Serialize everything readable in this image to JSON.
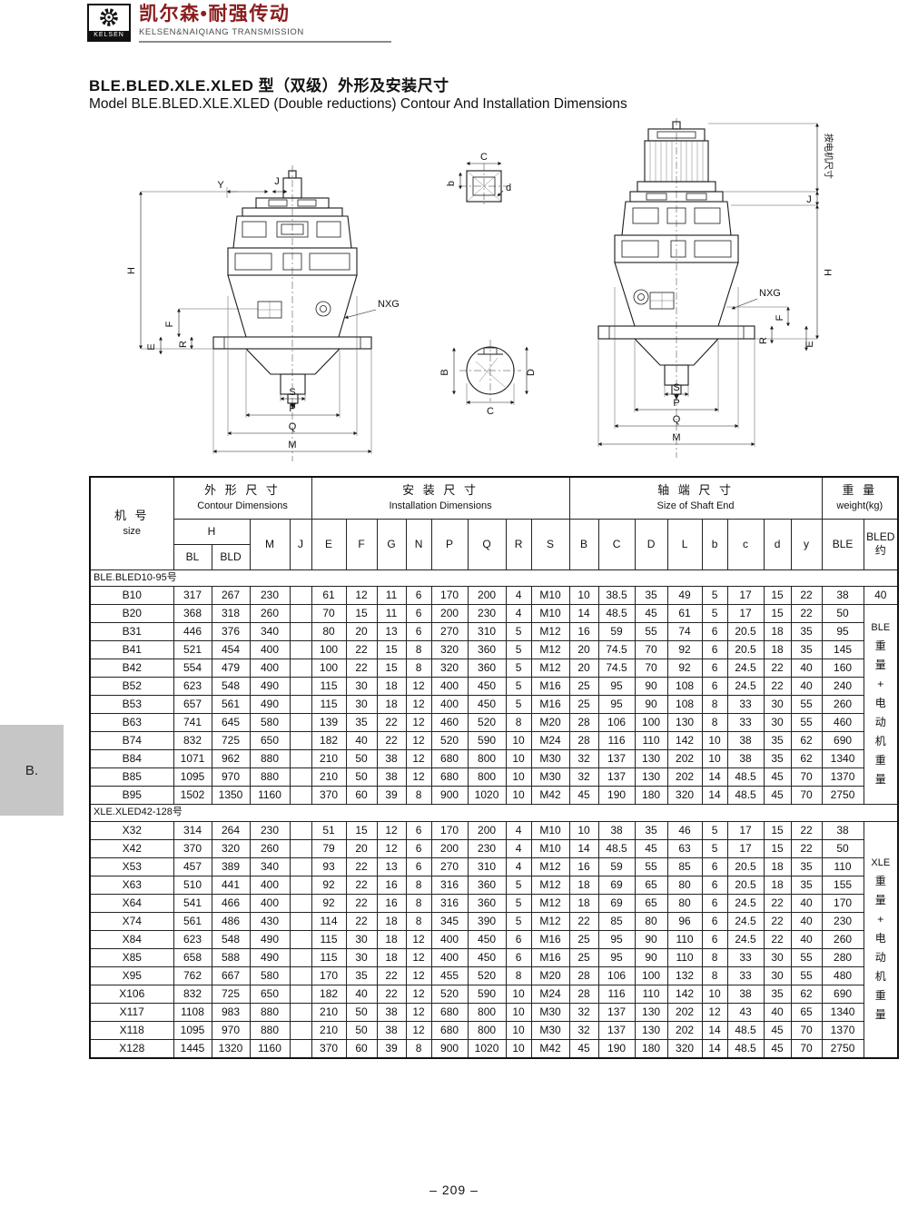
{
  "colors": {
    "brand": "#8a1d1d",
    "tab_bg": "#c6c6c6",
    "line": "#1a1a1a"
  },
  "header": {
    "logo_label": "KELSEN",
    "brand_cn": "凯尔森•耐强传动",
    "brand_en": "KELSEN&NAIQIANG TRANSMISSION"
  },
  "title": {
    "cn": "BLE.BLED.XLE.XLED 型（双级）外形及安装尺寸",
    "en": "Model BLE.BLED.XLE.XLED (Double reductions) Contour And Installation Dimensions"
  },
  "drawing": {
    "left": {
      "Y": "Y",
      "J": "J",
      "H": "H",
      "F": "F",
      "R": "R",
      "E": "E",
      "NXG": "NXG",
      "S": "S",
      "P": "P",
      "Q": "Q",
      "M": "M"
    },
    "detail_top": {
      "C": "C",
      "b": "b",
      "d": "d"
    },
    "detail_bottom": {
      "B": "B",
      "C": "C",
      "D": "D"
    },
    "right": {
      "motor": "按电机尺寸",
      "J": "J",
      "H": "H",
      "NXG": "NXG",
      "F": "F",
      "R": "R",
      "E": "E",
      "S": "S",
      "P": "P",
      "Q": "Q",
      "M": "M"
    }
  },
  "table": {
    "header": {
      "size_cn": "机 号",
      "size_en": "size",
      "contour_cn": "外 形 尺 寸",
      "contour_en": "Contour Dimensions",
      "install_cn": "安 装 尺 寸",
      "install_en": "Installation Dimensions",
      "shaft_cn": "轴 端 尺 寸",
      "shaft_en": "Size of Shaft End",
      "weight_cn": "重 量",
      "weight_en": "weight(kg)",
      "h": "H",
      "bl": "BL",
      "bld": "BLD",
      "m": "M",
      "j": "J",
      "install_cols": [
        "E",
        "F",
        "G",
        "N",
        "P",
        "Q",
        "R",
        "S"
      ],
      "shaft_cols": [
        "B",
        "C",
        "D",
        "L",
        "b",
        "c",
        "d",
        "y"
      ],
      "ble": "BLE",
      "bled_line1": "BLED",
      "bled_line2": "约"
    },
    "sections": [
      {
        "label": "BLE.BLED10-95号",
        "bled_first": "40",
        "bled_stack_start": 1,
        "bled_stack": [
          "BLE",
          "重",
          "量",
          "+",
          "电",
          "动",
          "机",
          "重",
          "量"
        ],
        "rows": [
          {
            "size": "B10",
            "vals": [
              "317",
              "267",
              "230",
              "",
              "61",
              "12",
              "11",
              "6",
              "170",
              "200",
              "4",
              "M10",
              "10",
              "38.5",
              "35",
              "49",
              "5",
              "17",
              "15",
              "22",
              "38"
            ]
          },
          {
            "size": "B20",
            "vals": [
              "368",
              "318",
              "260",
              "",
              "70",
              "15",
              "11",
              "6",
              "200",
              "230",
              "4",
              "M10",
              "14",
              "48.5",
              "45",
              "61",
              "5",
              "17",
              "15",
              "22",
              "50"
            ]
          },
          {
            "size": "B31",
            "vals": [
              "446",
              "376",
              "340",
              "",
              "80",
              "20",
              "13",
              "6",
              "270",
              "310",
              "5",
              "M12",
              "16",
              "59",
              "55",
              "74",
              "6",
              "20.5",
              "18",
              "35",
              "95"
            ]
          },
          {
            "size": "B41",
            "vals": [
              "521",
              "454",
              "400",
              "",
              "100",
              "22",
              "15",
              "8",
              "320",
              "360",
              "5",
              "M12",
              "20",
              "74.5",
              "70",
              "92",
              "6",
              "20.5",
              "18",
              "35",
              "145"
            ]
          },
          {
            "size": "B42",
            "vals": [
              "554",
              "479",
              "400",
              "",
              "100",
              "22",
              "15",
              "8",
              "320",
              "360",
              "5",
              "M12",
              "20",
              "74.5",
              "70",
              "92",
              "6",
              "24.5",
              "22",
              "40",
              "160"
            ]
          },
          {
            "size": "B52",
            "vals": [
              "623",
              "548",
              "490",
              "",
              "115",
              "30",
              "18",
              "12",
              "400",
              "450",
              "5",
              "M16",
              "25",
              "95",
              "90",
              "108",
              "6",
              "24.5",
              "22",
              "40",
              "240"
            ]
          },
          {
            "size": "B53",
            "vals": [
              "657",
              "561",
              "490",
              "",
              "115",
              "30",
              "18",
              "12",
              "400",
              "450",
              "5",
              "M16",
              "25",
              "95",
              "90",
              "108",
              "8",
              "33",
              "30",
              "55",
              "260"
            ]
          },
          {
            "size": "B63",
            "vals": [
              "741",
              "645",
              "580",
              "",
              "139",
              "35",
              "22",
              "12",
              "460",
              "520",
              "8",
              "M20",
              "28",
              "106",
              "100",
              "130",
              "8",
              "33",
              "30",
              "55",
              "460"
            ]
          },
          {
            "size": "B74",
            "vals": [
              "832",
              "725",
              "650",
              "",
              "182",
              "40",
              "22",
              "12",
              "520",
              "590",
              "10",
              "M24",
              "28",
              "116",
              "110",
              "142",
              "10",
              "38",
              "35",
              "62",
              "690"
            ]
          },
          {
            "size": "B84",
            "vals": [
              "1071",
              "962",
              "880",
              "",
              "210",
              "50",
              "38",
              "12",
              "680",
              "800",
              "10",
              "M30",
              "32",
              "137",
              "130",
              "202",
              "10",
              "38",
              "35",
              "62",
              "1340"
            ]
          },
          {
            "size": "B85",
            "vals": [
              "1095",
              "970",
              "880",
              "",
              "210",
              "50",
              "38",
              "12",
              "680",
              "800",
              "10",
              "M30",
              "32",
              "137",
              "130",
              "202",
              "14",
              "48.5",
              "45",
              "70",
              "1370"
            ]
          },
          {
            "size": "B95",
            "vals": [
              "1502",
              "1350",
              "1160",
              "",
              "370",
              "60",
              "39",
              "8",
              "900",
              "1020",
              "10",
              "M42",
              "45",
              "190",
              "180",
              "320",
              "14",
              "48.5",
              "45",
              "70",
              "2750"
            ]
          }
        ]
      },
      {
        "label": "XLE.XLED42-128号",
        "bled_first": null,
        "bled_stack_start": 0,
        "bled_stack": [
          "XLE",
          "重",
          "量",
          "+",
          "电",
          "动",
          "机",
          "重",
          "量"
        ],
        "rows": [
          {
            "size": "X32",
            "vals": [
              "314",
              "264",
              "230",
              "",
              "51",
              "15",
              "12",
              "6",
              "170",
              "200",
              "4",
              "M10",
              "10",
              "38",
              "35",
              "46",
              "5",
              "17",
              "15",
              "22",
              "38"
            ]
          },
          {
            "size": "X42",
            "vals": [
              "370",
              "320",
              "260",
              "",
              "79",
              "20",
              "12",
              "6",
              "200",
              "230",
              "4",
              "M10",
              "14",
              "48.5",
              "45",
              "63",
              "5",
              "17",
              "15",
              "22",
              "50"
            ]
          },
          {
            "size": "X53",
            "vals": [
              "457",
              "389",
              "340",
              "",
              "93",
              "22",
              "13",
              "6",
              "270",
              "310",
              "4",
              "M12",
              "16",
              "59",
              "55",
              "85",
              "6",
              "20.5",
              "18",
              "35",
              "110"
            ]
          },
          {
            "size": "X63",
            "vals": [
              "510",
              "441",
              "400",
              "",
              "92",
              "22",
              "16",
              "8",
              "316",
              "360",
              "5",
              "M12",
              "18",
              "69",
              "65",
              "80",
              "6",
              "20.5",
              "18",
              "35",
              "155"
            ]
          },
          {
            "size": "X64",
            "vals": [
              "541",
              "466",
              "400",
              "",
              "92",
              "22",
              "16",
              "8",
              "316",
              "360",
              "5",
              "M12",
              "18",
              "69",
              "65",
              "80",
              "6",
              "24.5",
              "22",
              "40",
              "170"
            ]
          },
          {
            "size": "X74",
            "vals": [
              "561",
              "486",
              "430",
              "",
              "114",
              "22",
              "18",
              "8",
              "345",
              "390",
              "5",
              "M12",
              "22",
              "85",
              "80",
              "96",
              "6",
              "24.5",
              "22",
              "40",
              "230"
            ]
          },
          {
            "size": "X84",
            "vals": [
              "623",
              "548",
              "490",
              "",
              "115",
              "30",
              "18",
              "12",
              "400",
              "450",
              "6",
              "M16",
              "25",
              "95",
              "90",
              "110",
              "6",
              "24.5",
              "22",
              "40",
              "260"
            ]
          },
          {
            "size": "X85",
            "vals": [
              "658",
              "588",
              "490",
              "",
              "115",
              "30",
              "18",
              "12",
              "400",
              "450",
              "6",
              "M16",
              "25",
              "95",
              "90",
              "110",
              "8",
              "33",
              "30",
              "55",
              "280"
            ]
          },
          {
            "size": "X95",
            "vals": [
              "762",
              "667",
              "580",
              "",
              "170",
              "35",
              "22",
              "12",
              "455",
              "520",
              "8",
              "M20",
              "28",
              "106",
              "100",
              "132",
              "8",
              "33",
              "30",
              "55",
              "480"
            ]
          },
          {
            "size": "X106",
            "vals": [
              "832",
              "725",
              "650",
              "",
              "182",
              "40",
              "22",
              "12",
              "520",
              "590",
              "10",
              "M24",
              "28",
              "116",
              "110",
              "142",
              "10",
              "38",
              "35",
              "62",
              "690"
            ]
          },
          {
            "size": "X117",
            "vals": [
              "1108",
              "983",
              "880",
              "",
              "210",
              "50",
              "38",
              "12",
              "680",
              "800",
              "10",
              "M30",
              "32",
              "137",
              "130",
              "202",
              "12",
              "43",
              "40",
              "65",
              "1340"
            ]
          },
          {
            "size": "X118",
            "vals": [
              "1095",
              "970",
              "880",
              "",
              "210",
              "50",
              "38",
              "12",
              "680",
              "800",
              "10",
              "M30",
              "32",
              "137",
              "130",
              "202",
              "14",
              "48.5",
              "45",
              "70",
              "1370"
            ]
          },
          {
            "size": "X128",
            "vals": [
              "1445",
              "1320",
              "1160",
              "",
              "370",
              "60",
              "39",
              "8",
              "900",
              "1020",
              "10",
              "M42",
              "45",
              "190",
              "180",
              "320",
              "14",
              "48.5",
              "45",
              "70",
              "2750"
            ]
          }
        ]
      }
    ]
  },
  "side_tab": "B.",
  "page_number": "– 209 –"
}
